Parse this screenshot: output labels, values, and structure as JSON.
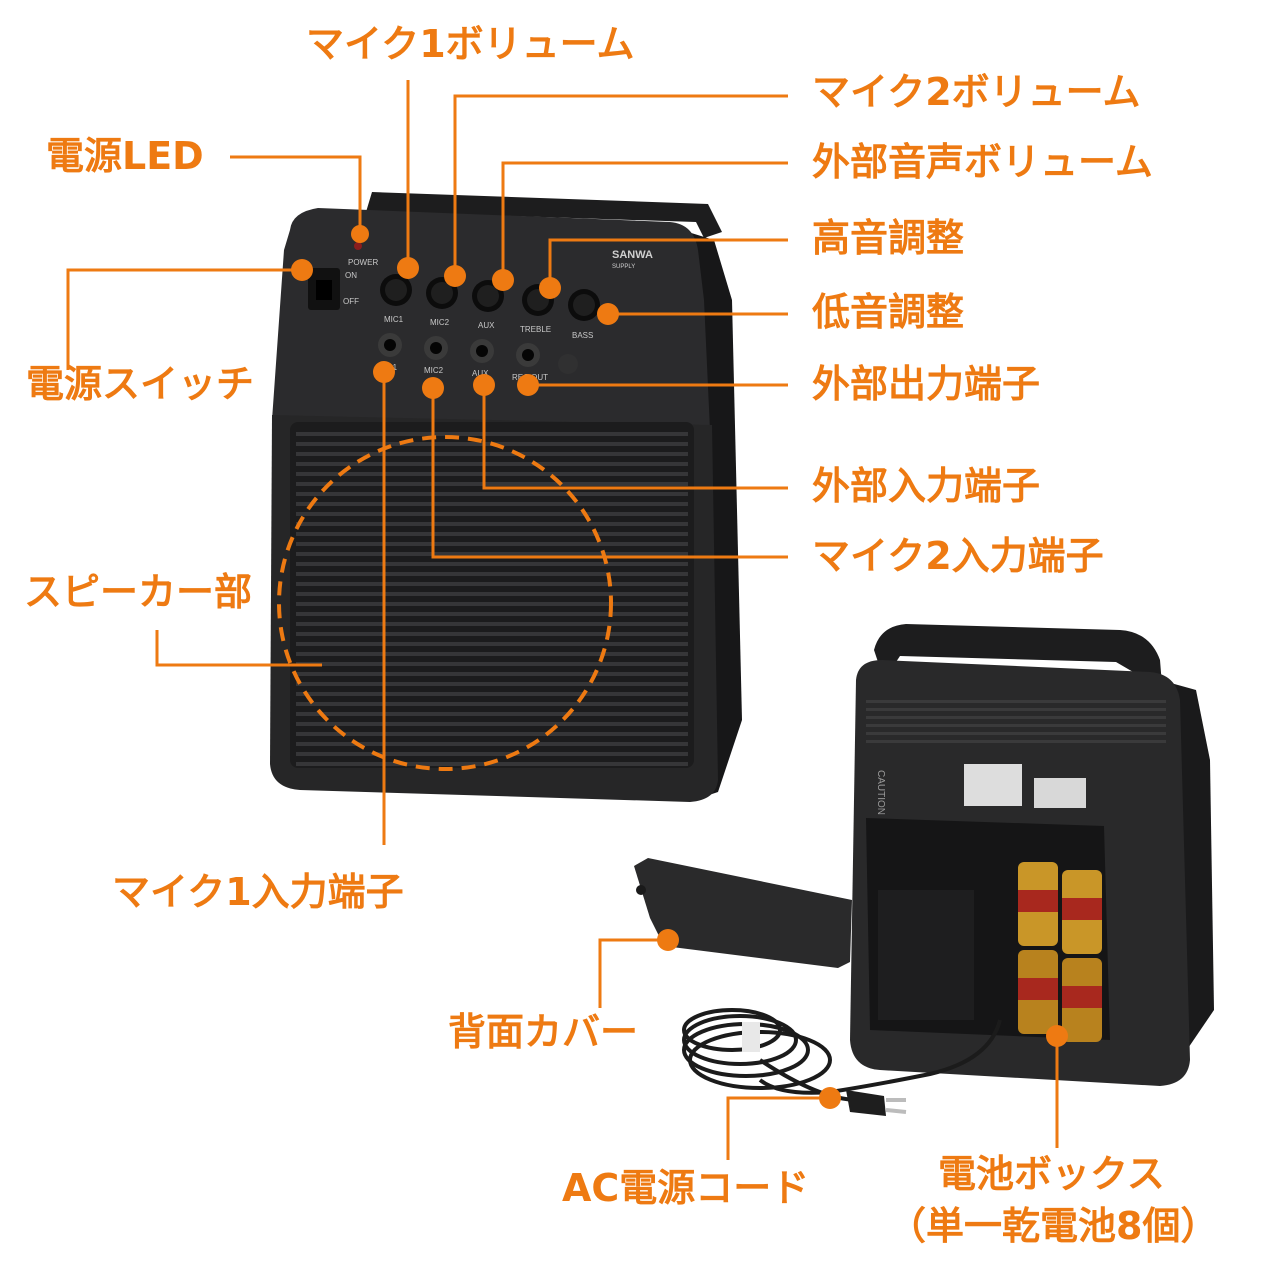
{
  "colors": {
    "accent": "#ee7a12",
    "device": "#2a2a2b",
    "background": "#ffffff"
  },
  "device_markings": {
    "brand": "SANWA",
    "brand_sub": "SUPPLY",
    "power": "POWER",
    "on": "ON",
    "off": "OFF",
    "knobs": [
      "MIC1",
      "MIC2",
      "AUX",
      "TREBLE",
      "BASS"
    ],
    "jacks": [
      "MIC1",
      "MIC2",
      "AUX",
      "REC OUT"
    ],
    "caution": "CAUTION"
  },
  "labels": {
    "mic1_volume": "マイク1ボリューム",
    "mic2_volume": "マイク2ボリューム",
    "power_led": "電源LED",
    "aux_volume": "外部音声ボリューム",
    "treble": "高音調整",
    "bass": "低音調整",
    "power_switch": "電源スイッチ",
    "output_jack": "外部出力端子",
    "input_jack": "外部入力端子",
    "mic2_input": "マイク2入力端子",
    "speaker": "スピーカー部",
    "mic1_input": "マイク1入力端子",
    "back_cover": "背面カバー",
    "ac_cord": "AC電源コード",
    "battery_box_line1": "電池ボックス",
    "battery_box_line2": "（単一乾電池8個）"
  }
}
